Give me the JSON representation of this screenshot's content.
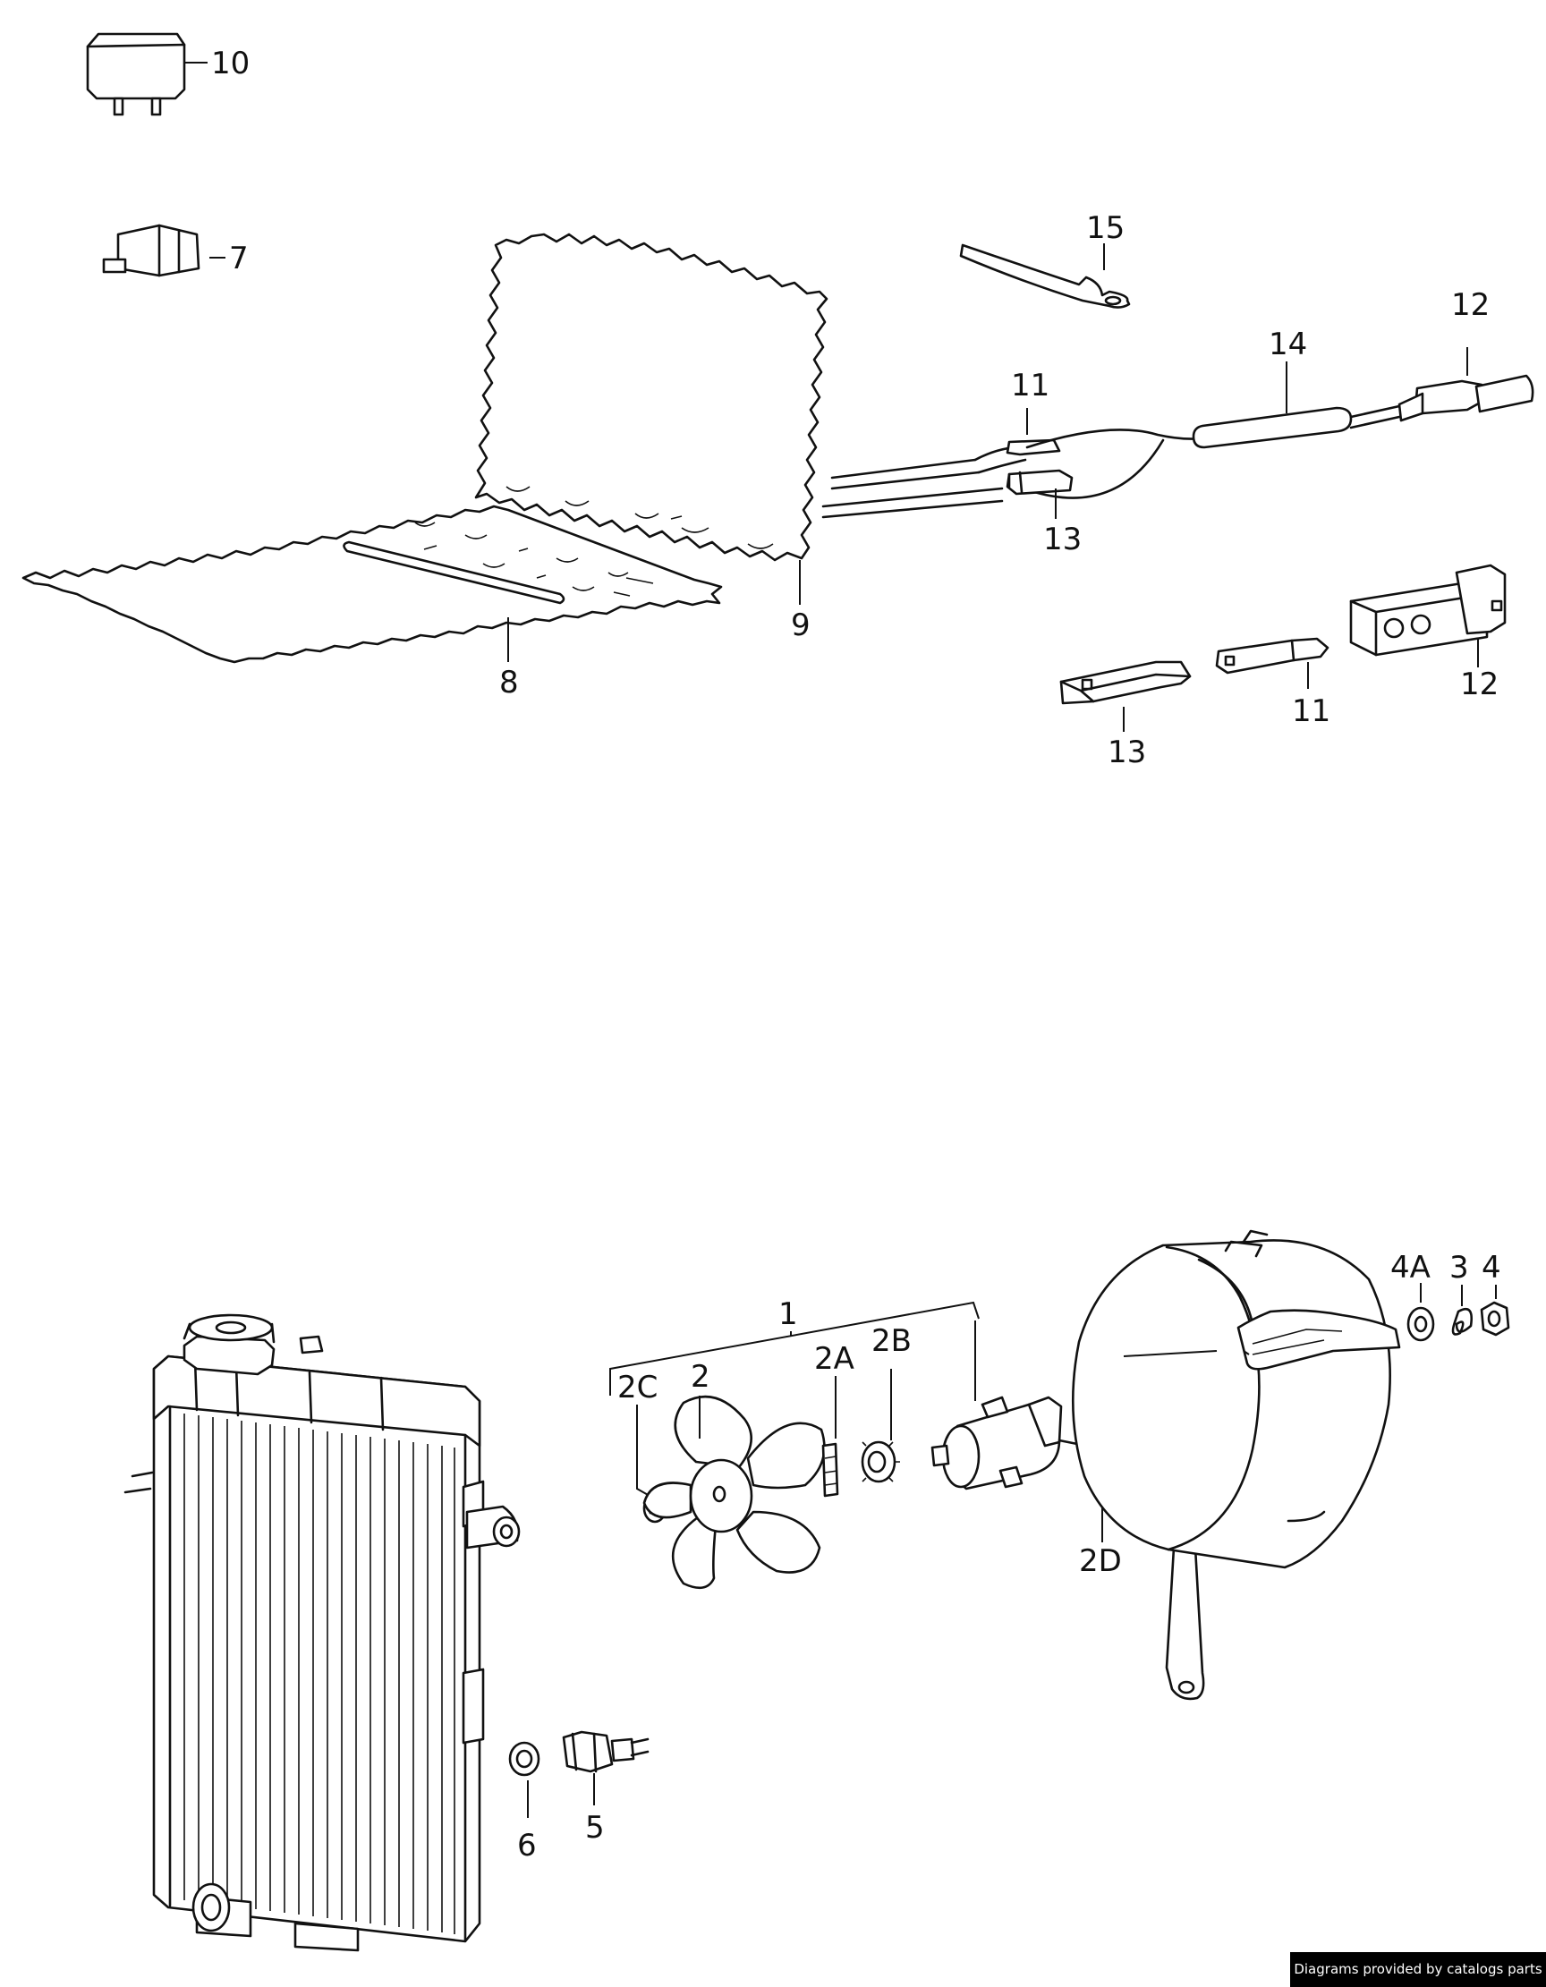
{
  "callouts": {
    "c1": "1",
    "c2": "2",
    "c2A": "2A",
    "c2B": "2B",
    "c2C": "2C",
    "c2D": "2D",
    "c3": "3",
    "c4": "4",
    "c4A": "4A",
    "c5": "5",
    "c6": "6",
    "c7": "7",
    "c8": "8",
    "c9": "9",
    "c10": "10",
    "c11a": "11",
    "c11b": "11",
    "c12a": "12",
    "c12b": "12",
    "c13a": "13",
    "c13b": "13",
    "c14": "14",
    "c15": "15"
  },
  "credit": "Diagrams provided by catalogs parts"
}
